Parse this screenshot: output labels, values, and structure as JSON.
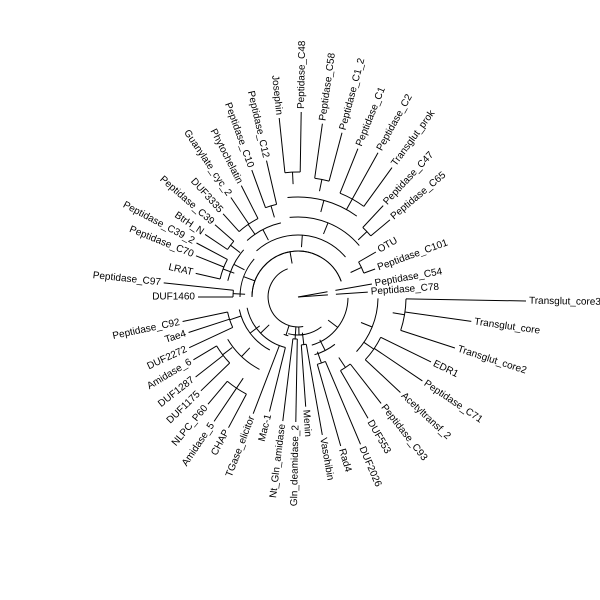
{
  "tree": {
    "leaves": [
      "Transglut_core3",
      "Transglut_core",
      "Transglut_core2",
      "EDR1",
      "Peptidase_C71",
      "Acetyltransf_2",
      "Peptidase_C93",
      "DUF553",
      "DUF2026",
      "Rad4",
      "Vasohibin",
      "Menin",
      "Gln_deamidase_2",
      "Nt_Gln_amidase",
      "Mac-1",
      "TGase_elicitor",
      "CHAP",
      "Amidase_5",
      "NLPC_P60",
      "DUF1175",
      "DUF1287",
      "Amidase_6",
      "DUF2272",
      "Tae4",
      "Peptidase_C92",
      "DUF1460",
      "Peptidase_C97",
      "LRAT",
      "Peptidase_C70",
      "Peptidase_C39_2",
      "BtrH_N",
      "Peptidase_C39",
      "DUF3335",
      "Guanylate_cyc_2",
      "Phytochelatin",
      "Peptidase_C10",
      "Peptidase_C12",
      "Josephin",
      "Peptidase_C48",
      "Peptidase_C58",
      "Peptidase_C1_2",
      "Peptidase_C1",
      "Peptidase_C2",
      "Transglut_prok",
      "Peptidase_C47",
      "Peptidase_C65",
      "OTU",
      "Peptidase_C101",
      "Peptidase_C54",
      "Peptidase_C78"
    ]
  },
  "colors": {
    "line": "#000000",
    "text": "#000000",
    "background": "#ffffff"
  }
}
